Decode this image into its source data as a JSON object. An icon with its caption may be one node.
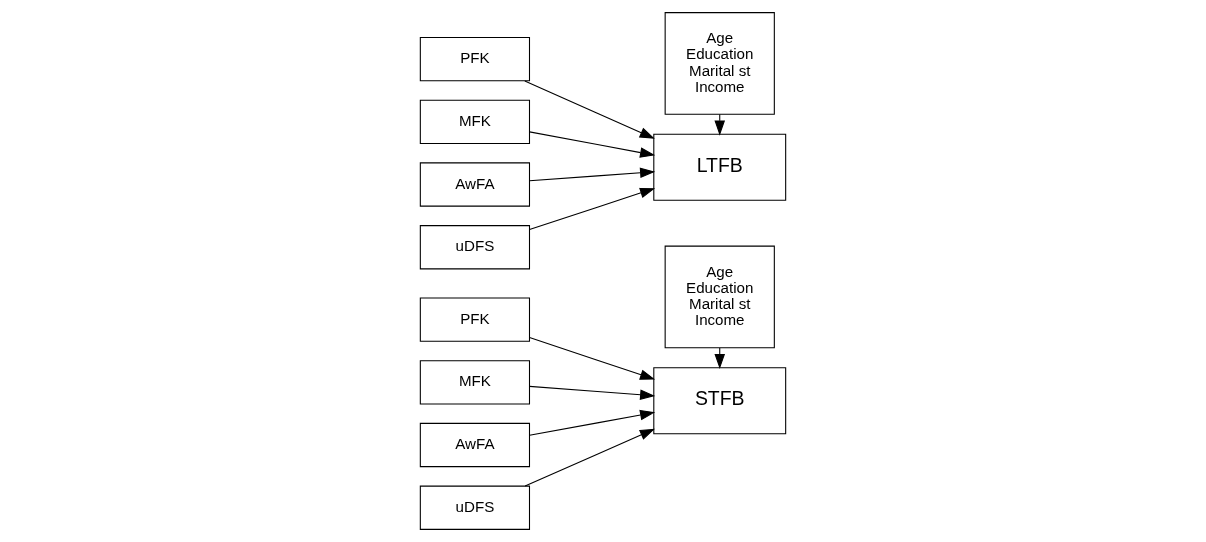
{
  "diagram": {
    "nodes": [
      {
        "text": [
          "Age Education Marital st Income"
        ]
      },
      {
        "text": [
          "PFK"
        ]
      },
      {
        "text": [
          "MFK"
        ]
      },
      {
        "text": [
          "AwFA"
        ]
      },
      {
        "text": [
          "uDFS"
        ]
      },
      {
        "text": [
          "STFB"
        ]
      },
      {
        "text": [
          "Age Education Marital st Income"
        ]
      },
      {
        "text": [
          "PFK"
        ]
      },
      {
        "text": [
          "MFK"
        ]
      },
      {
        "text": [
          "AwFA"
        ]
      },
      {
        "text": [
          "uDFS"
        ]
      },
      {
        "text": [
          "LTFB"
        ]
      }
    ],
    "edges": [
      {
        "from": 0,
        "to": 5,
        "arrow": "to"
      },
      {
        "from": 1,
        "to": 5,
        "arrow": "to"
      },
      {
        "from": 2,
        "to": 5,
        "arrow": "to"
      },
      {
        "from": 3,
        "to": 5,
        "arrow": "to"
      },
      {
        "from": 4,
        "to": 5,
        "arrow": "to"
      },
      {
        "from": 6,
        "to": 11,
        "arrow": "to"
      },
      {
        "from": 7,
        "to": 11,
        "arrow": "to"
      },
      {
        "from": 8,
        "to": 11,
        "arrow": "to"
      },
      {
        "from": 9,
        "to": 11,
        "arrow": "to"
      },
      {
        "from": 10,
        "to": 11,
        "arrow": "to"
      }
    ]
  }
}
